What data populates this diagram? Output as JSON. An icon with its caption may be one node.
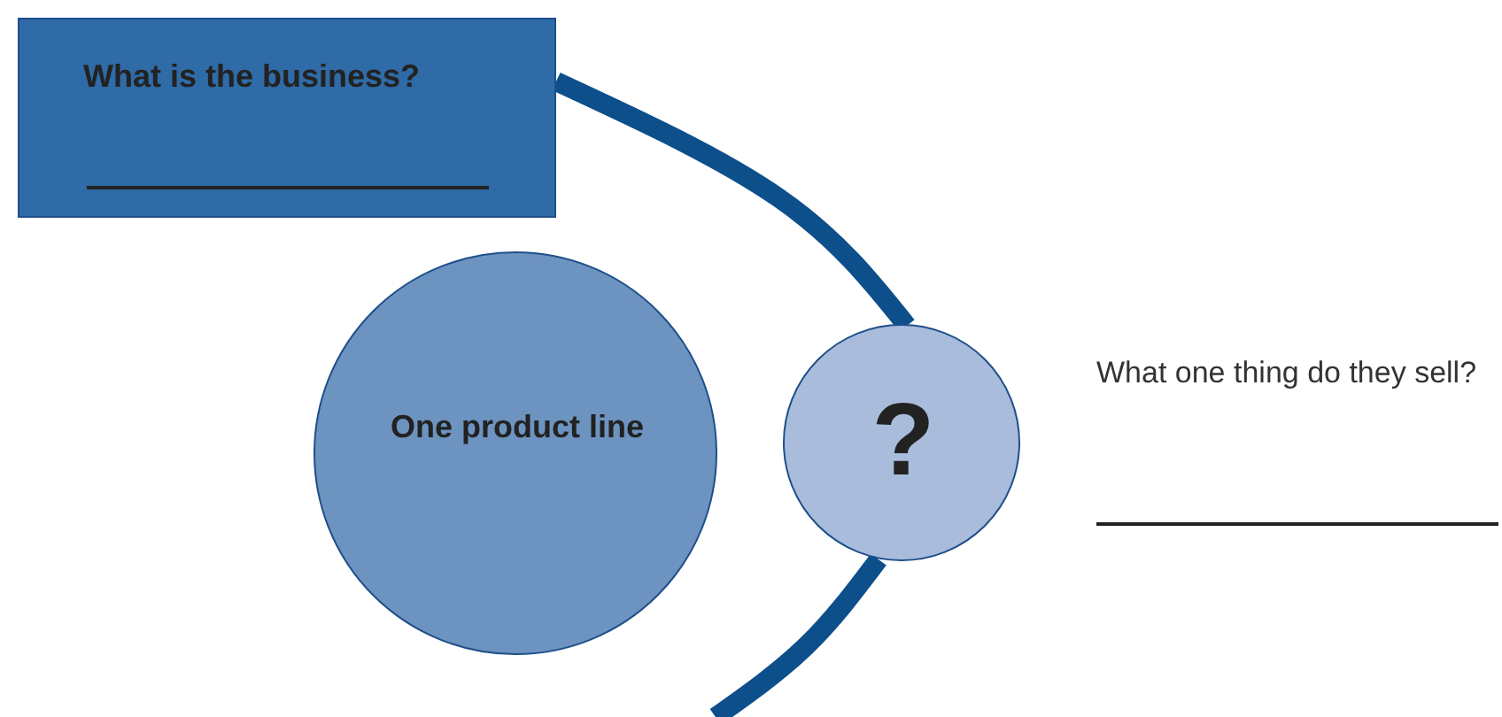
{
  "diagram": {
    "nodes": [
      {
        "text": [
          "What is the business?"
        ]
      },
      {
        "text": [
          "One product line"
        ]
      },
      {
        "text": [
          "?"
        ]
      }
    ],
    "edges": [
      {
        "from": 0,
        "to": 2,
        "arrow": "none"
      },
      {
        "from": 2,
        "to": null,
        "arrow": "none"
      }
    ],
    "labels": [
      "What one thing do they sell?"
    ]
  }
}
